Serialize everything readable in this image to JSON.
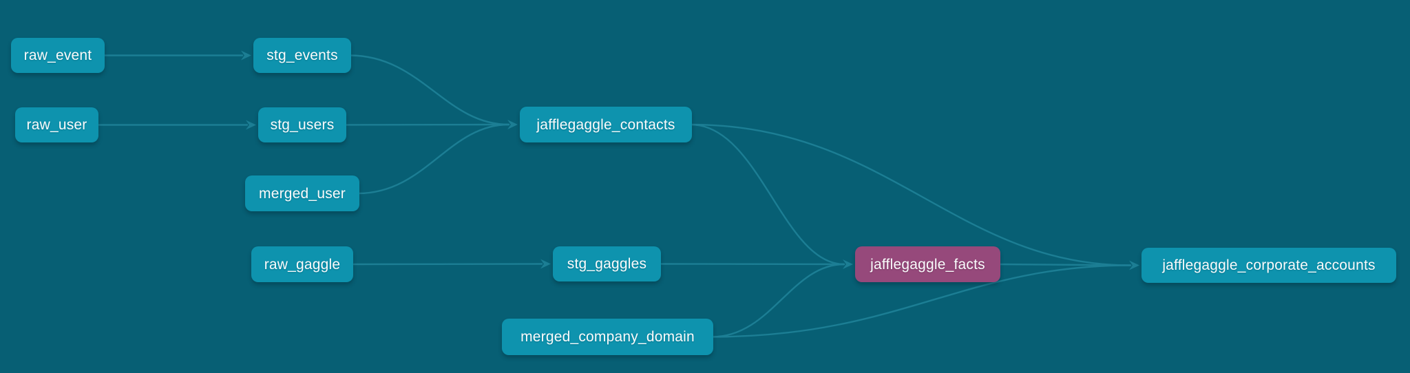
{
  "colors": {
    "background": "#075f74",
    "node_default": "#0e93ae",
    "node_selected": "#96497b",
    "edge": "#1e8096",
    "node_text": "#fafbfc"
  },
  "graph": {
    "nodes": [
      {
        "id": "raw_event",
        "label": "raw_event",
        "variant": "default"
      },
      {
        "id": "stg_events",
        "label": "stg_events",
        "variant": "default"
      },
      {
        "id": "raw_user",
        "label": "raw_user",
        "variant": "default"
      },
      {
        "id": "stg_users",
        "label": "stg_users",
        "variant": "default"
      },
      {
        "id": "merged_user",
        "label": "merged_user",
        "variant": "default"
      },
      {
        "id": "jafflegaggle_contacts",
        "label": "jafflegaggle_contacts",
        "variant": "default"
      },
      {
        "id": "raw_gaggle",
        "label": "raw_gaggle",
        "variant": "default"
      },
      {
        "id": "stg_gaggles",
        "label": "stg_gaggles",
        "variant": "default"
      },
      {
        "id": "merged_company_domain",
        "label": "merged_company_domain",
        "variant": "default"
      },
      {
        "id": "jafflegaggle_facts",
        "label": "jafflegaggle_facts",
        "variant": "selected"
      },
      {
        "id": "jafflegaggle_corporate_accounts",
        "label": "jafflegaggle_corporate_accounts",
        "variant": "default"
      }
    ],
    "edges": [
      {
        "from": "raw_event",
        "to": "stg_events"
      },
      {
        "from": "raw_user",
        "to": "stg_users"
      },
      {
        "from": "stg_events",
        "to": "jafflegaggle_contacts"
      },
      {
        "from": "stg_users",
        "to": "jafflegaggle_contacts"
      },
      {
        "from": "merged_user",
        "to": "jafflegaggle_contacts"
      },
      {
        "from": "raw_gaggle",
        "to": "stg_gaggles"
      },
      {
        "from": "stg_gaggles",
        "to": "jafflegaggle_facts"
      },
      {
        "from": "jafflegaggle_contacts",
        "to": "jafflegaggle_facts"
      },
      {
        "from": "merged_company_domain",
        "to": "jafflegaggle_facts"
      },
      {
        "from": "jafflegaggle_facts",
        "to": "jafflegaggle_corporate_accounts"
      },
      {
        "from": "jafflegaggle_contacts",
        "to": "jafflegaggle_corporate_accounts"
      },
      {
        "from": "merged_company_domain",
        "to": "jafflegaggle_corporate_accounts"
      }
    ]
  }
}
